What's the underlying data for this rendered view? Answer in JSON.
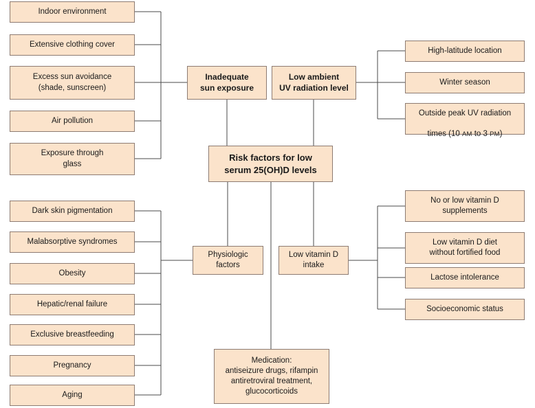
{
  "diagram": {
    "title": "Risk factors for low serum 25(OH)D levels",
    "colors": {
      "node_fill": "#fbe3cb",
      "node_border": "#8d7b72",
      "connector": "#4a4a4a",
      "text": "#1a1a1a",
      "background": "#ffffff"
    },
    "center": {
      "label": "Risk factors for low\nserum 25(OH)D levels"
    },
    "branches": {
      "inadequate_sun_exposure": {
        "label": "Inadequate\nsun exposure",
        "causes": [
          {
            "label": "Indoor environment"
          },
          {
            "label": "Extensive clothing cover"
          },
          {
            "label": "Excess sun avoidance\n(shade, sunscreen)"
          },
          {
            "label": "Air pollution"
          },
          {
            "label": "Exposure through\nglass"
          }
        ]
      },
      "low_ambient_uv": {
        "label": "Low ambient\nUV radiation level",
        "causes": [
          {
            "label": "High-latitude location"
          },
          {
            "label": "Winter season"
          },
          {
            "label": "Outside peak UV radiation",
            "label2_pre": "times (10 ",
            "label2_am": "AM",
            "label2_mid": " to 3 ",
            "label2_pm": "PM",
            "label2_post": ")"
          }
        ]
      },
      "physiologic_factors": {
        "label": "Physiologic\nfactors",
        "causes": [
          {
            "label": "Dark skin pigmentation"
          },
          {
            "label": "Malabsorptive syndromes"
          },
          {
            "label": "Obesity"
          },
          {
            "label": "Hepatic/renal failure"
          },
          {
            "label": "Exclusive breastfeeding"
          },
          {
            "label": "Pregnancy"
          },
          {
            "label": "Aging"
          }
        ]
      },
      "low_vitamin_d_intake": {
        "label": "Low vitamin D\nintake",
        "causes": [
          {
            "label": "No or low vitamin D\nsupplements"
          },
          {
            "label": "Low vitamin D diet\nwithout fortified food"
          },
          {
            "label": "Lactose intolerance"
          },
          {
            "label": "Socioeconomic status"
          }
        ]
      },
      "medication": {
        "label": "Medication:\nantiseizure drugs, rifampin\nantiretroviral treatment,\nglucocorticoids"
      }
    }
  }
}
